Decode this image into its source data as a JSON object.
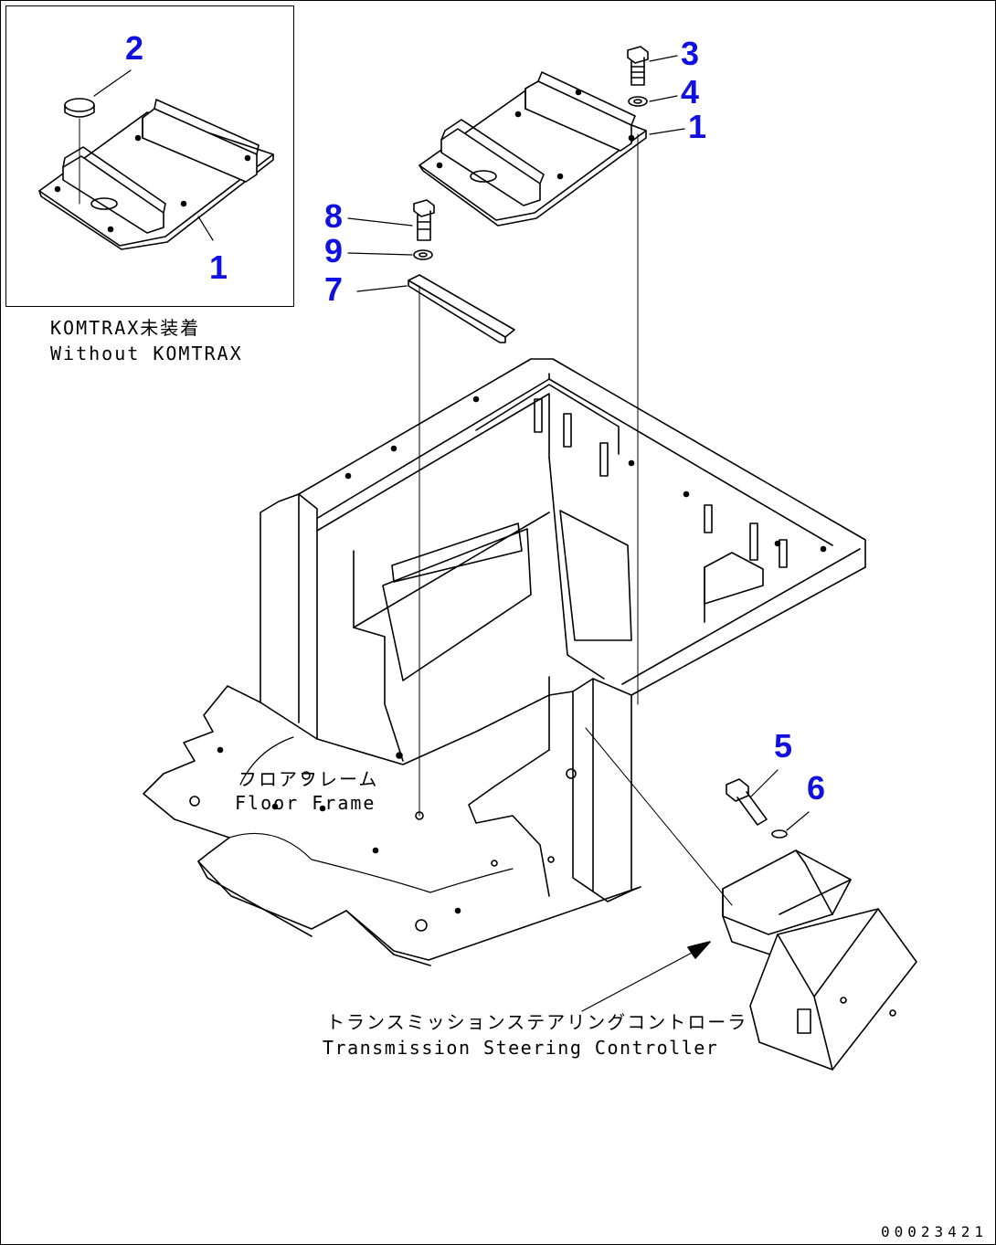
{
  "inset": {
    "caption_jp": "KOMTRAX未装着",
    "caption_en": "Without KOMTRAX"
  },
  "callouts": {
    "c1_inset": "1",
    "c2": "2",
    "c3": "3",
    "c4": "4",
    "c1_main": "1",
    "c8": "8",
    "c9": "9",
    "c7": "7",
    "c5": "5",
    "c6": "6"
  },
  "labels": {
    "floor_frame_jp": "フロアフレーム",
    "floor_frame_en": "Floor Frame",
    "controller_jp": "トランスミッションステアリングコントローラ",
    "controller_en": "Transmission Steering Controller"
  },
  "drawing_number": "00023421",
  "colors": {
    "callout": "#1010e0",
    "line": "#000000",
    "background": "#ffffff"
  }
}
